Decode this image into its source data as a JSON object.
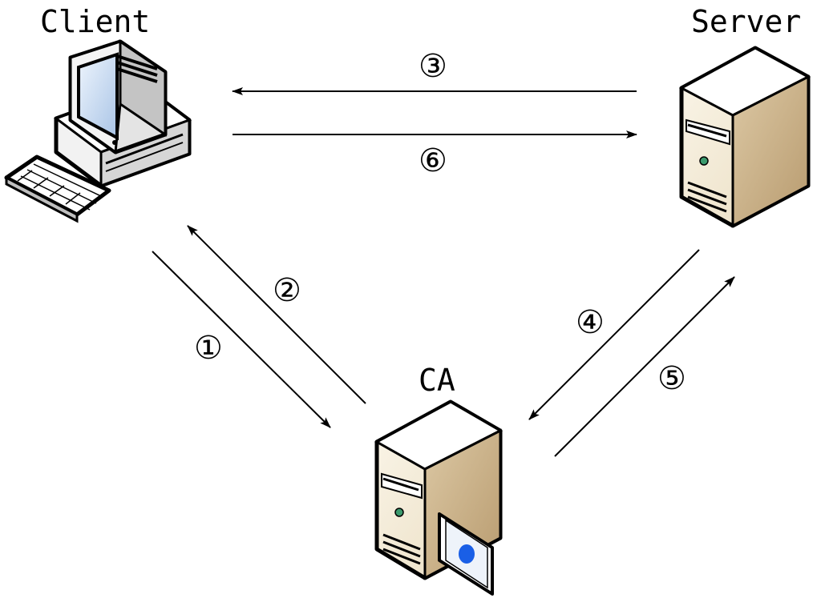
{
  "nodes": {
    "client": {
      "label": "Client"
    },
    "server": {
      "label": "Server"
    },
    "ca": {
      "label": "CA"
    }
  },
  "steps": [
    {
      "label": "①",
      "from": "client",
      "to": "ca"
    },
    {
      "label": "②",
      "from": "ca",
      "to": "client"
    },
    {
      "label": "③",
      "from": "server",
      "to": "client"
    },
    {
      "label": "④",
      "from": "server",
      "to": "ca"
    },
    {
      "label": "⑤",
      "from": "ca",
      "to": "server"
    },
    {
      "label": "⑥",
      "from": "client",
      "to": "server"
    }
  ],
  "colors": {
    "server_face": "#f3ead6",
    "server_side": "#c7b08a",
    "server_top": "#ffffff",
    "monitor_screen": "#cfe0f5",
    "certificate_seal": "#1a5fe6"
  },
  "icons": {
    "client": "desktop-computer-icon",
    "server": "tower-server-icon",
    "ca": "certificate-server-icon"
  }
}
